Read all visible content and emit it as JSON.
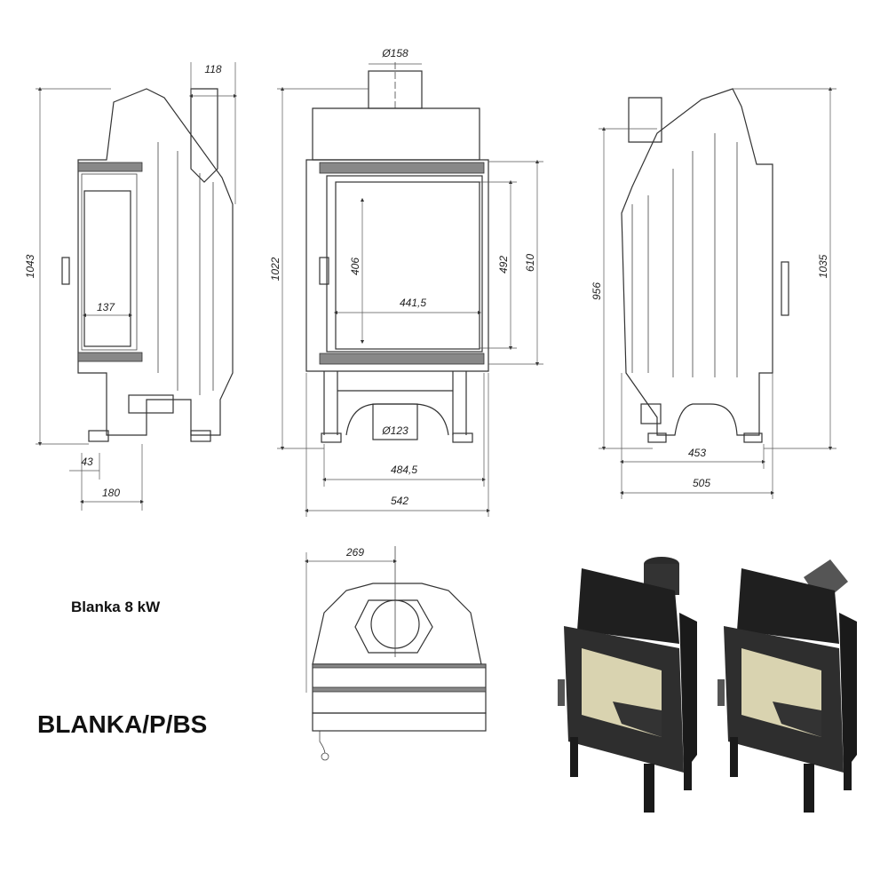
{
  "model_name": "Blanka 8 kW",
  "model_code": "BLANKA/P/BS",
  "colors": {
    "line": "#333333",
    "stove_body": "#2b2b2b",
    "glass": "#d9d3b0"
  },
  "side_view_left": {
    "dims": {
      "height": "1043",
      "flue_offset": "118",
      "glass_depth": "137",
      "foot_offset": "43",
      "depth": "180"
    }
  },
  "front_view": {
    "dims": {
      "flue_top": "Ø158",
      "height": "1022",
      "glass_height": "406",
      "glass_width": "441,5",
      "door_inner": "492",
      "door_outer": "610",
      "air_inlet": "Ø123",
      "base_width": "484,5",
      "total_width": "542"
    }
  },
  "side_view_right": {
    "dims": {
      "side_height": "956",
      "total_height": "1035",
      "base_depth": "453",
      "total_depth": "505"
    }
  },
  "top_view": {
    "dims": {
      "flue_offset": "269"
    }
  }
}
